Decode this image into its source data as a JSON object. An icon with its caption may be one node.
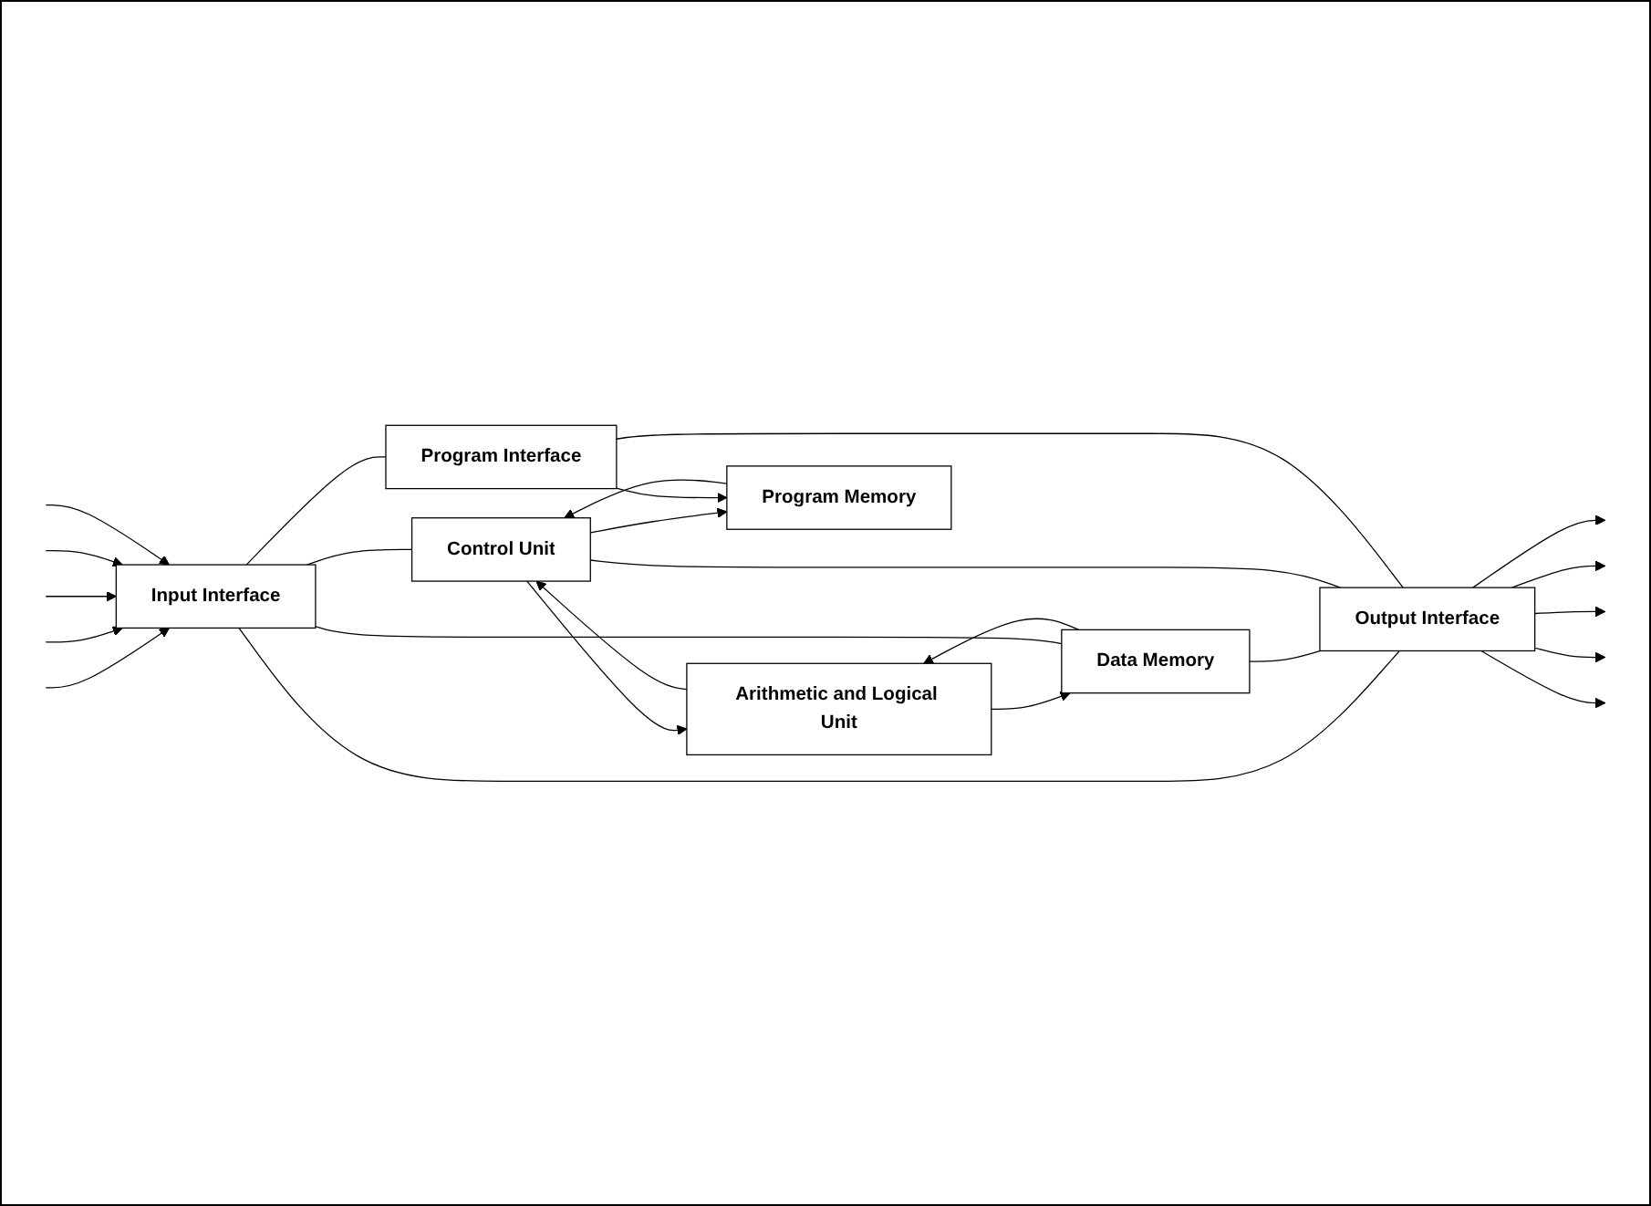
{
  "diagram": {
    "nodes": [
      {
        "text": [
          "Input Interface"
        ]
      },
      {
        "text": [
          "Data Memory"
        ]
      },
      {
        "text": [
          "Arithmetic and Logical Unit"
        ]
      },
      {
        "text": [
          "Control Unit"
        ]
      },
      {
        "text": [
          "Program Memory"
        ]
      },
      {
        "text": [
          "Program Interface"
        ]
      },
      {
        "text": [
          "Output Interface"
        ]
      }
    ],
    "edges": [
      {
        "from": null,
        "to": 0,
        "arrow": "to"
      },
      {
        "from": null,
        "to": 0,
        "arrow": "to"
      },
      {
        "from": null,
        "to": 0,
        "arrow": "to"
      },
      {
        "from": null,
        "to": 0,
        "arrow": "to"
      },
      {
        "from": null,
        "to": 0,
        "arrow": "to"
      },
      {
        "from": 0,
        "to": 6,
        "arrow": "none"
      },
      {
        "from": 1,
        "to": 0,
        "arrow": "none"
      },
      {
        "from": 1,
        "to": 6,
        "arrow": "none"
      },
      {
        "from": 1,
        "to": 2,
        "arrow": "to"
      },
      {
        "from": 2,
        "to": 1,
        "arrow": "to"
      },
      {
        "from": 2,
        "to": 3,
        "arrow": "to"
      },
      {
        "from": 3,
        "to": 2,
        "arrow": "to"
      },
      {
        "from": 3,
        "to": 4,
        "arrow": "to"
      },
      {
        "from": 4,
        "to": 3,
        "arrow": "to"
      },
      {
        "from": 5,
        "to": 4,
        "arrow": "to"
      },
      {
        "from": 0,
        "to": 3,
        "arrow": "none"
      },
      {
        "from": 3,
        "to": 6,
        "arrow": "none"
      },
      {
        "from": 0,
        "to": 5,
        "arrow": "none"
      },
      {
        "from": 5,
        "to": 6,
        "arrow": "none"
      },
      {
        "from": 6,
        "to": null,
        "arrow": "to"
      },
      {
        "from": 6,
        "to": null,
        "arrow": "to"
      },
      {
        "from": 6,
        "to": null,
        "arrow": "to"
      },
      {
        "from": 6,
        "to": null,
        "arrow": "to"
      },
      {
        "from": 6,
        "to": null,
        "arrow": "to"
      }
    ]
  }
}
